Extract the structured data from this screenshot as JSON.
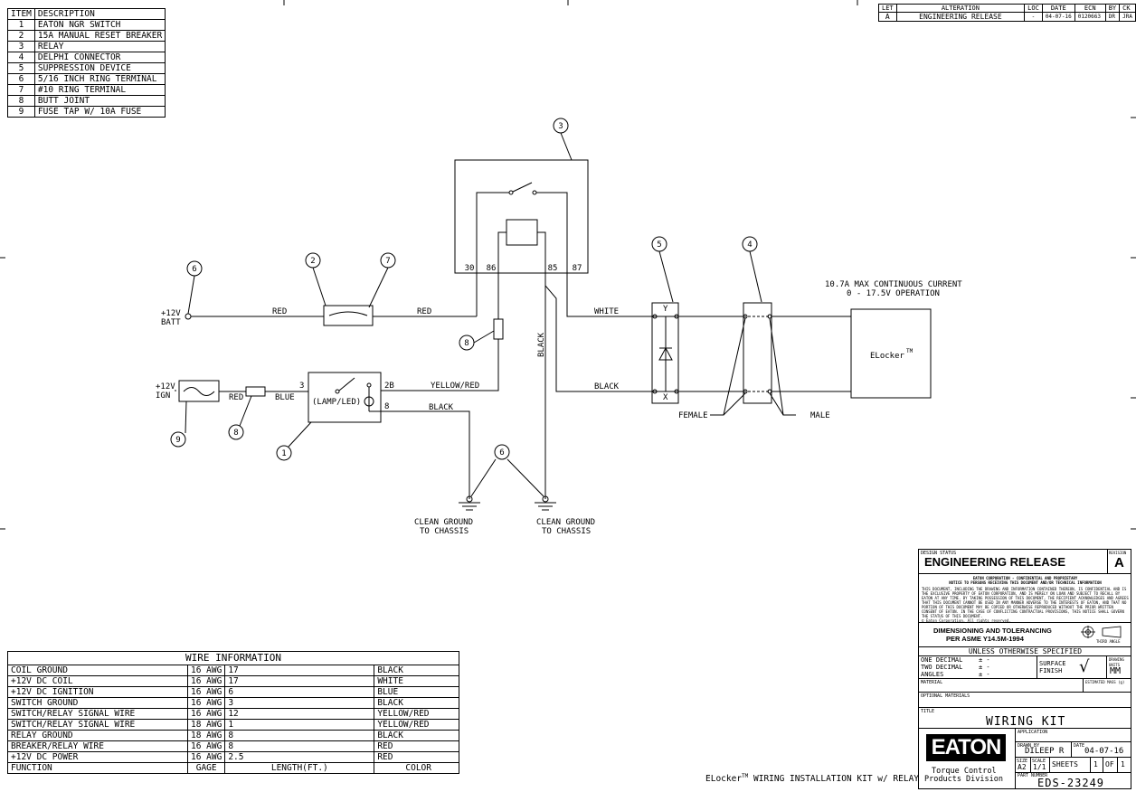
{
  "item_table": {
    "header": {
      "item": "ITEM",
      "description": "DESCRIPTION"
    },
    "rows": [
      {
        "item": "1",
        "description": "EATON NGR SWITCH"
      },
      {
        "item": "2",
        "description": "15A MANUAL RESET BREAKER"
      },
      {
        "item": "3",
        "description": "RELAY"
      },
      {
        "item": "4",
        "description": "DELPHI CONNECTOR"
      },
      {
        "item": "5",
        "description": "SUPPRESSION DEVICE"
      },
      {
        "item": "6",
        "description": "5/16 INCH RING TERMINAL"
      },
      {
        "item": "7",
        "description": "#10 RING TERMINAL"
      },
      {
        "item": "8",
        "description": "BUTT JOINT"
      },
      {
        "item": "9",
        "description": "FUSE TAP W/ 10A FUSE"
      }
    ]
  },
  "revision_table": {
    "headers": [
      "LET",
      "ALTERATION",
      "LOC",
      "DATE",
      "ECN",
      "BY",
      "CK"
    ],
    "row": [
      "A",
      "ENGINEERING RELEASE",
      "-",
      "04-07-16",
      "0120663",
      "DR",
      "JRA"
    ]
  },
  "diagram": {
    "balloons": [
      "1",
      "2",
      "3",
      "4",
      "5",
      "6",
      "7",
      "8",
      "9"
    ],
    "relay_pins": [
      "30",
      "86",
      "85",
      "87"
    ],
    "labels": {
      "batt": "+12V\nBATT",
      "ign": "+12V\nIGN",
      "red": "RED",
      "blue": "BLUE",
      "white": "WHITE",
      "black": "BLACK",
      "yellow_red": "YELLOW/RED",
      "lamp_led": "(LAMP/LED)",
      "pin_3": "3",
      "pin_2b": "2B",
      "pin_8": "8",
      "pin_y": "Y",
      "pin_x": "X",
      "elocker": "ELocker",
      "tm": "TM",
      "current_note_1": "10.7A MAX CONTINUOUS CURRENT",
      "current_note_2": "0 - 17.5V OPERATION",
      "female": "FEMALE",
      "male": "MALE",
      "ground_1": "CLEAN GROUND\nTO CHASSIS",
      "ground_2": "CLEAN GROUND\nTO CHASSIS"
    }
  },
  "wire_table": {
    "title": "WIRE INFORMATION",
    "rows": [
      [
        "COIL GROUND",
        "16 AWG",
        "17",
        "BLACK"
      ],
      [
        "+12V DC COIL",
        "16 AWG",
        "17",
        "WHITE"
      ],
      [
        "+12V DC IGNITION",
        "16 AWG",
        "6",
        "BLUE"
      ],
      [
        "SWITCH GROUND",
        "16 AWG",
        "3",
        "BLACK"
      ],
      [
        "SWITCH/RELAY SIGNAL WIRE",
        "16 AWG",
        "12",
        "YELLOW/RED"
      ],
      [
        "SWITCH/RELAY SIGNAL WIRE",
        "18 AWG",
        "1",
        "YELLOW/RED"
      ],
      [
        "RELAY GROUND",
        "18 AWG",
        "8",
        "BLACK"
      ],
      [
        "BREAKER/RELAY WIRE",
        "16 AWG",
        "8",
        "RED"
      ],
      [
        "+12V DC POWER",
        "16 AWG",
        "2.5",
        "RED"
      ]
    ],
    "footer": [
      "FUNCTION",
      "GAGE",
      "LENGTH(FT.)",
      "COLOR"
    ]
  },
  "footer_title": {
    "prefix": "ELocker",
    "tm": "TM",
    "suffix": " WIRING INSTALLATION KIT w/ RELAY"
  },
  "title_block": {
    "design_status_label": "DESIGN STATUS",
    "design_status": "ENGINEERING RELEASE",
    "revision_label": "REVISION",
    "revision": "A",
    "confidential_heading": "EATON CORPORATION - CONFIDENTIAL AND PROPRIETARY",
    "confidential_subheading": "NOTICE TO PERSONS RECEIVING THIS DOCUMENT AND/OR TECHNICAL INFORMATION",
    "confidential_body": "THIS DOCUMENT, INCLUDING THE DRAWING AND INFORMATION CONTAINED THEREON, IS CONFIDENTIAL AND IS THE EXCLUSIVE PROPERTY OF EATON CORPORATION, AND IS MERELY ON LOAN AND SUBJECT TO RECALL BY EATON AT ANY TIME. BY TAKING POSSESSION OF THIS DOCUMENT, THE RECIPIENT ACKNOWLEDGES AND AGREES THAT THIS DOCUMENT CANNOT BE USED IN ANY MANNER ADVERSE TO THE INTERESTS OF EATON, AND THAT NO PORTION OF THIS DOCUMENT MAY BE COPIED OR OTHERWISE REPRODUCED WITHOUT THE PRIOR WRITTEN CONSENT OF EATON. IN THE CASE OF CONFLICTING CONTRACTUAL PROVISIONS, THIS NOTICE SHALL GOVERN THE STATUS OF THIS DOCUMENT.",
    "copyright": "© Eaton Corporation. All rights reserved.",
    "dim_line_1": "DIMENSIONING AND TOLERANCING",
    "dim_line_2": "PER ASME Y14.5M-1994",
    "third_angle": "THIRD ANGLE",
    "unless": "UNLESS OTHERWISE SPECIFIED",
    "one_decimal": "ONE DECIMAL",
    "two_decimal": "TWO DECIMAL",
    "angles": "ANGLES",
    "tol": "± -",
    "surface": "SURFACE",
    "finish": "FINISH",
    "check": "√",
    "drawing_units_label": "DRAWING UNITS",
    "drawing_units": "MM",
    "material_label": "MATERIAL",
    "est_mass_label": "ESTIMATED MASS (g)",
    "optional_materials_label": "OPTIONAL MATERIALS",
    "title_label": "TITLE",
    "title": "WIRING KIT",
    "application_label": "APPLICATION",
    "drawn_by_label": "DRAWN BY",
    "drawn_by": "DILEEP R",
    "date_label": "DATE",
    "date": "04-07-16",
    "size_label": "SIZE",
    "size": "A2",
    "scale_label": "SCALE",
    "scale": "1/1",
    "sheets_label": "SHEETS",
    "sheet": "1",
    "of": "OF",
    "total_sheets": "1",
    "part_number_label": "PART NUMBER",
    "part_number": "EDS-23249",
    "company_logo": "EATON",
    "division_1": "Torque Control",
    "division_2": "Products Division"
  }
}
